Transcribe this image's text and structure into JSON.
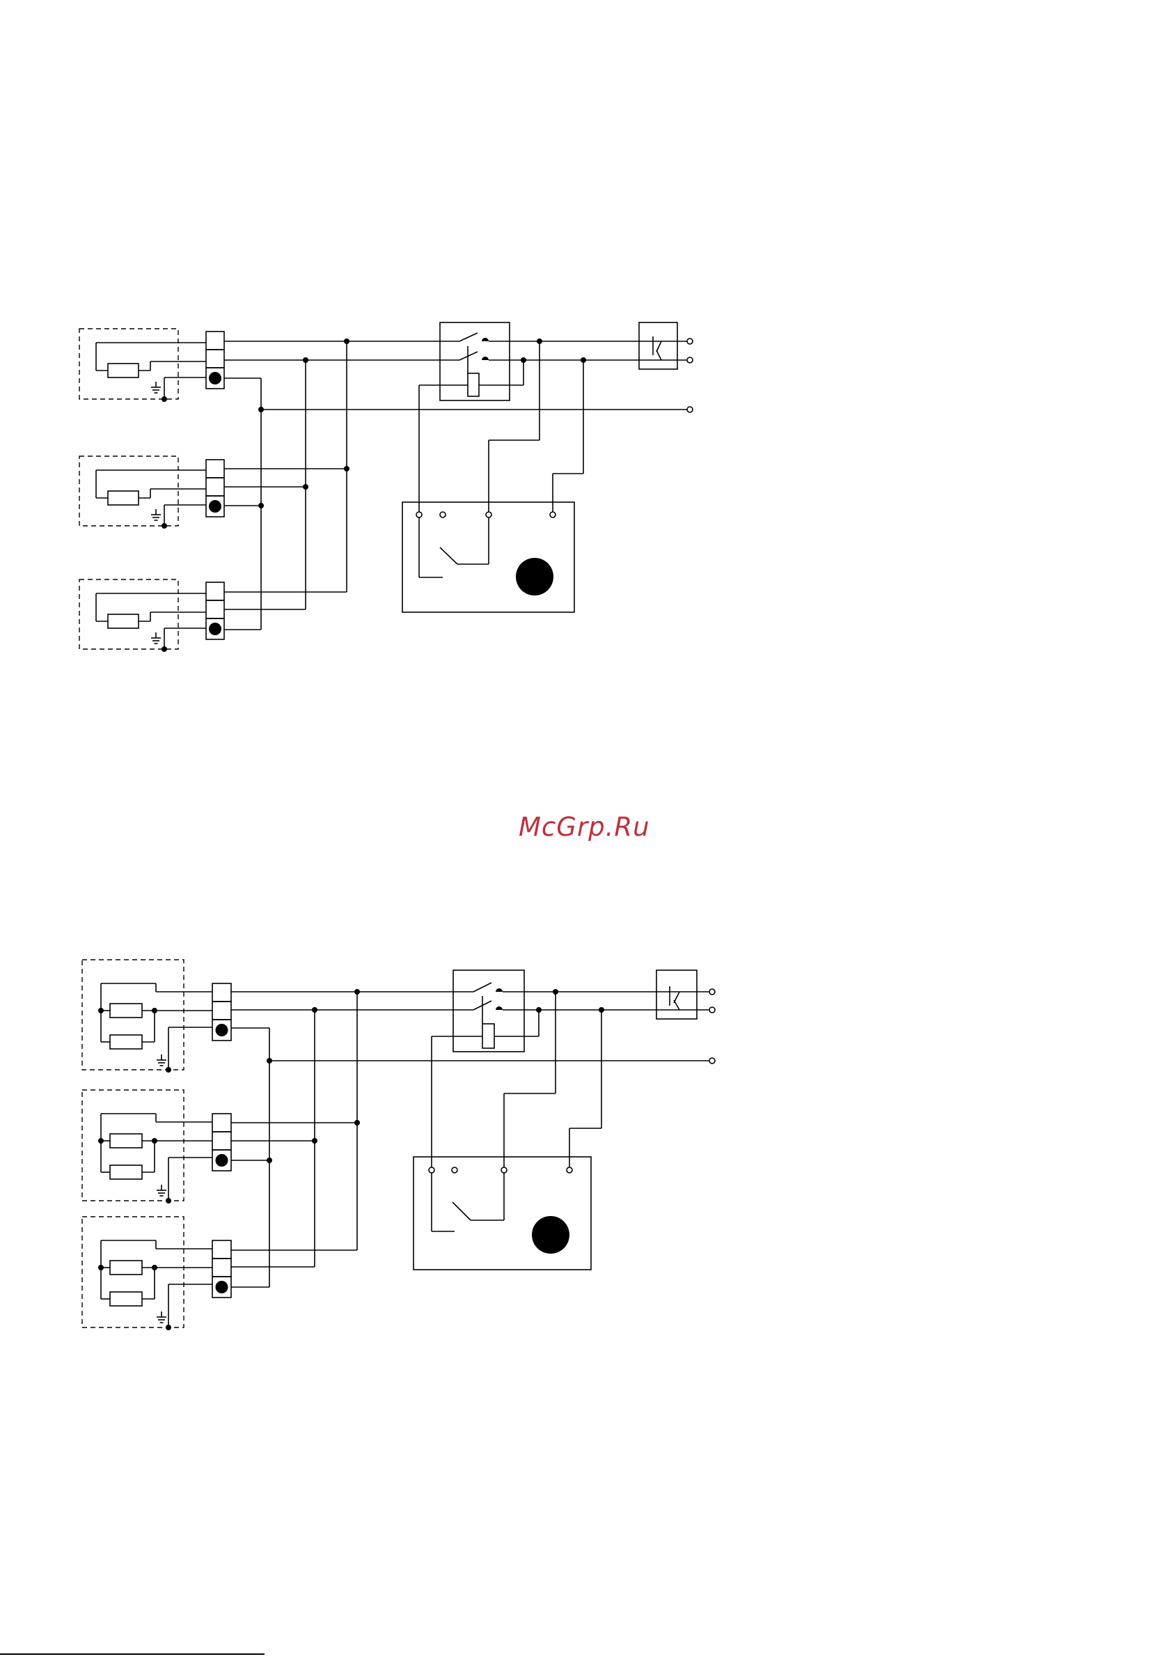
{
  "watermark": {
    "text": "McGrp.Ru",
    "color": "#c0303a"
  },
  "diagrams": [
    {
      "id": "diagram-1",
      "heater_units": 3,
      "elements_per_unit": 1
    },
    {
      "id": "diagram-2",
      "heater_units": 3,
      "elements_per_unit": 2
    }
  ],
  "symbols": [
    "resistor",
    "ground",
    "terminal-block",
    "contactor",
    "circuit-breaker",
    "thermostat",
    "lamp"
  ]
}
